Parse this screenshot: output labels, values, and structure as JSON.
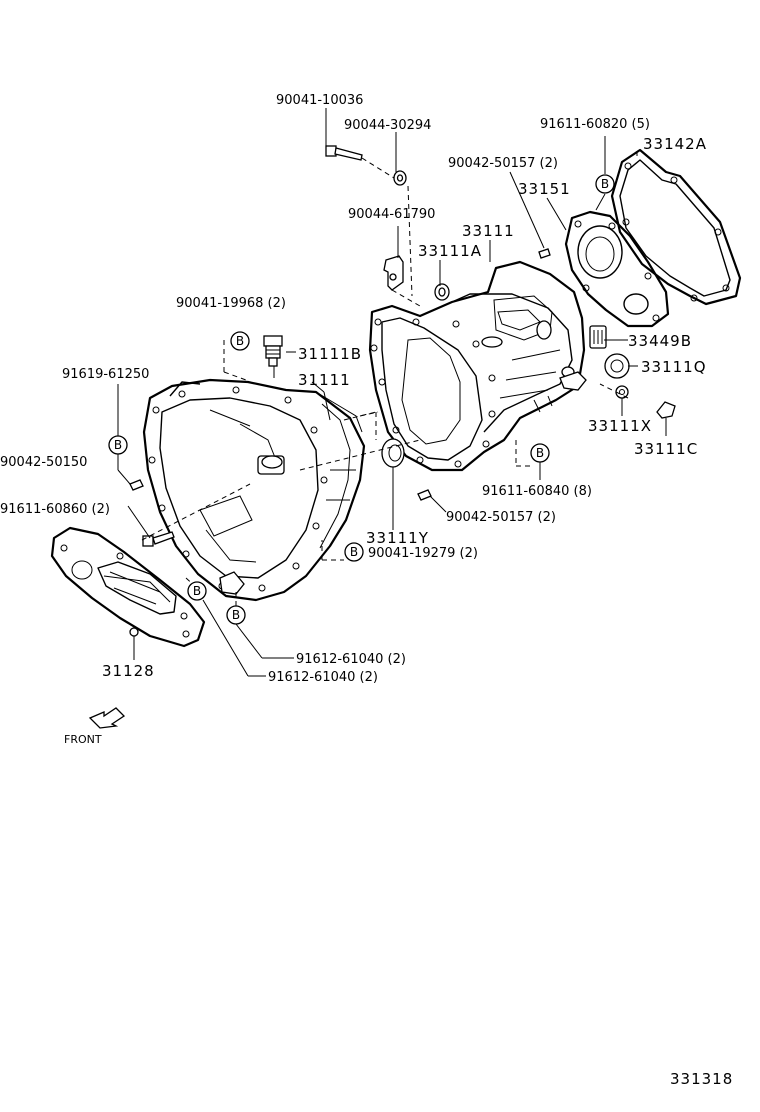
{
  "labels": {
    "p_90041_10036": "90041-10036",
    "p_90044_30294": "90044-30294",
    "p_91611_60820": "91611-60820 (5)",
    "p_33142A": "33142A",
    "p_90042_50157_top": "90042-50157 (2)",
    "p_33151": "33151",
    "p_90044_61790": "90044-61790",
    "p_33111_upper": "33111",
    "p_33111A": "33111A",
    "p_90041_19968": "90041-19968 (2)",
    "p_31111B": "31111B",
    "p_91619_61250": "91619-61250",
    "p_31111": "31111",
    "p_33449B": "33449B",
    "p_33111Q": "33111Q",
    "p_33111X": "33111X",
    "p_33111C": "33111C",
    "p_90042_50150": "90042-50150",
    "p_91611_60840": "91611-60840 (8)",
    "p_91611_60860": "91611-60860 (2)",
    "p_90042_50157_bottom": "90042-50157 (2)",
    "p_33111Y": "33111Y",
    "p_90041_19279": "90041-19279 (2)",
    "p_91612_61040_a": "91612-61040 (2)",
    "p_91612_61040_b": "91612-61040 (2)",
    "p_31128": "31128",
    "front": "FRONT",
    "diagram_number": "331318"
  },
  "callout_letter": "B"
}
